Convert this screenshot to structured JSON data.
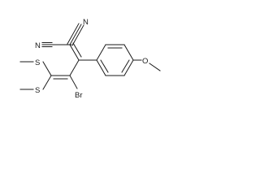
{
  "diagram": {
    "type": "chemical-structure",
    "atom_labels": {
      "nitrile_n_top": "N",
      "nitrile_n_left": "N",
      "methylthio_s_top": "S",
      "methylthio_s_bottom": "S",
      "bromo": "Br",
      "methoxy_o": "O"
    },
    "colors": {
      "ink": "#1a1a1a",
      "background": "#ffffff"
    }
  }
}
